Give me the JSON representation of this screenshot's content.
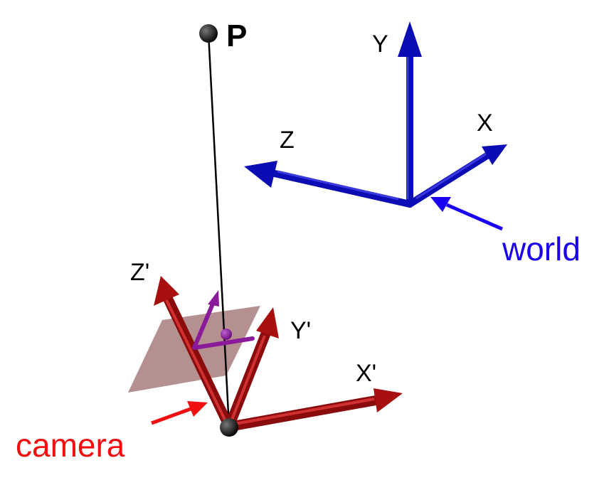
{
  "point": {
    "label": "P"
  },
  "world": {
    "label": "world",
    "color": "#1a00f0",
    "axis_color": "#0c0cb4",
    "axes": {
      "x": "X",
      "y": "Y",
      "z": "Z"
    }
  },
  "camera": {
    "label": "camera",
    "color": "#f01010",
    "axis_color": "#a80f0f",
    "axes": {
      "x": "X'",
      "y": "Y'",
      "z": "Z'"
    }
  },
  "image_plane": {
    "color": "#a87d7d"
  },
  "projection": {
    "color": "#8a1a9a"
  }
}
